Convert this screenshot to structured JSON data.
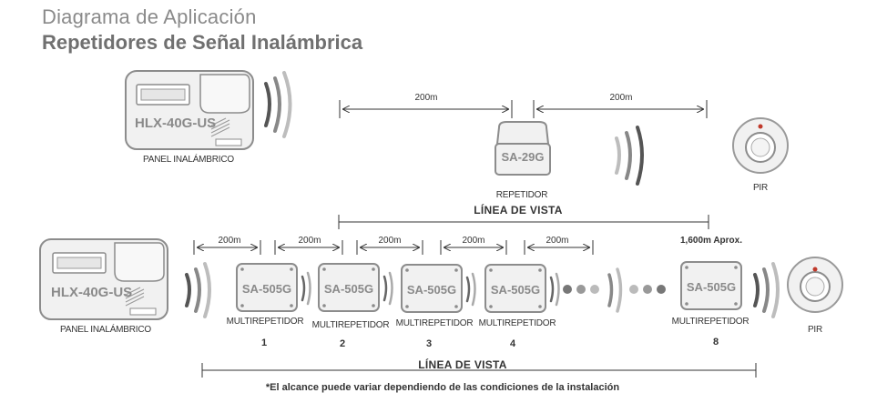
{
  "title": {
    "line1": "Diagrama de Aplicación",
    "line2": "Repetidores de Señal Inalámbrica"
  },
  "top": {
    "panel_model": "HLX-40G-US",
    "panel_label": "PANEL INALÁMBRICO",
    "repeater_model": "SA-29G",
    "repeater_label": "REPETIDOR",
    "distance_1": "200m",
    "distance_2": "200m",
    "pir_label": "PIR",
    "line_of_sight": "LÍNEA DE VISTA"
  },
  "bottom": {
    "panel_model": "HLX-40G-US",
    "panel_label": "PANEL INALÁMBRICO",
    "distances": [
      "200m",
      "200m",
      "200m",
      "200m",
      "200m"
    ],
    "total_range": "1,600m Aprox.",
    "repeaters": [
      {
        "model": "SA-505G",
        "label": "MULTIREPETIDOR",
        "number": "1"
      },
      {
        "model": "SA-505G",
        "label": "MULTIREPETIDOR",
        "number": "2"
      },
      {
        "model": "SA-505G",
        "label": "MULTIREPETIDOR",
        "number": "3"
      },
      {
        "model": "SA-505G",
        "label": "MULTIREPETIDOR",
        "number": "4"
      },
      {
        "model": "SA-505G",
        "label": "MULTIREPETIDOR",
        "number": "8"
      }
    ],
    "pir_label": "PIR",
    "line_of_sight": "LÍNEA DE VISTA"
  },
  "footnote": "*El alcance puede variar dependiendo de las condiciones de la instalación",
  "colors": {
    "device_fill": "#f1f1f1",
    "device_stroke": "#8c8c8c",
    "wave_dark": "#555555",
    "wave_light": "#bdbdbd",
    "pir_dot": "#c0392b"
  }
}
